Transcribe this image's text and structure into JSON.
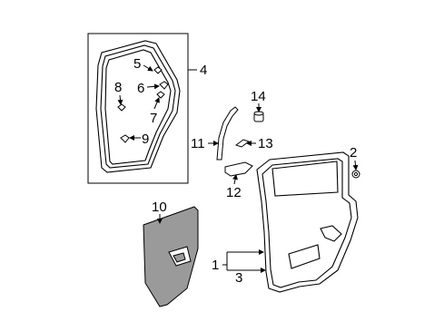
{
  "callouts": {
    "c1": "1",
    "c2": "2",
    "c3": "3",
    "c4": "4",
    "c5": "5",
    "c6": "6",
    "c7": "7",
    "c8": "8",
    "c9": "9",
    "c10": "10",
    "c11": "11",
    "c12": "12",
    "c13": "13",
    "c14": "14"
  },
  "colors": {
    "line": "#000000",
    "trim_fill": "#9a9a9a",
    "background": "#ffffff"
  }
}
